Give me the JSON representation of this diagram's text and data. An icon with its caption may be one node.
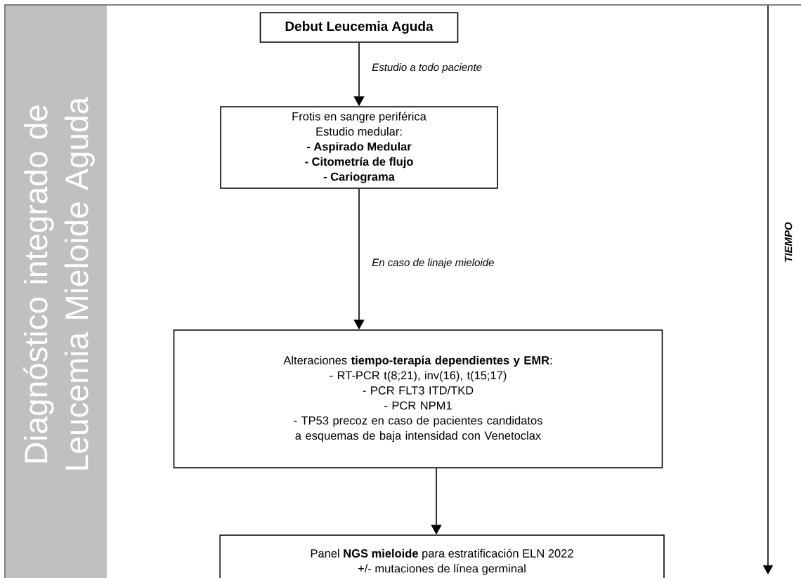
{
  "diagram": {
    "title": "Diagnóstico integrado de Leucemia Mieloide Aguda",
    "nodes": [
      {
        "text": [
          "Debut Leucemia Aguda"
        ]
      },
      {
        "text": [
          "Frotis en sangre periférica",
          "Estudio medular:",
          "- Aspirado Medular",
          "- Citometría de flujo",
          "- Cariograma"
        ]
      },
      {
        "text": [
          "Alteraciones **tiempo-terapia dependientes y EMR**:",
          "- RT-PCR t(8;21), inv(16), t(15;17)",
          "- PCR FLT3 ITD/TKD",
          "- PCR NPM1",
          "- TP53 precoz en caso de pacientes candidatos a esquemas de baja intensidad con Venetoclax"
        ]
      },
      {
        "text": [
          "Panel **NGS mieloide** para estratificación ELN 2022",
          "+/- mutaciones de línea germinal"
        ]
      }
    ],
    "edges": [
      {
        "from": 0,
        "to": 1,
        "arrow": "to",
        "label": "Estudio a todo paciente"
      },
      {
        "from": 1,
        "to": 2,
        "arrow": "to",
        "label": "En caso de linaje mieloide"
      },
      {
        "from": 2,
        "to": 3,
        "arrow": "to"
      }
    ],
    "labels": [
      "TIEMPO"
    ]
  }
}
